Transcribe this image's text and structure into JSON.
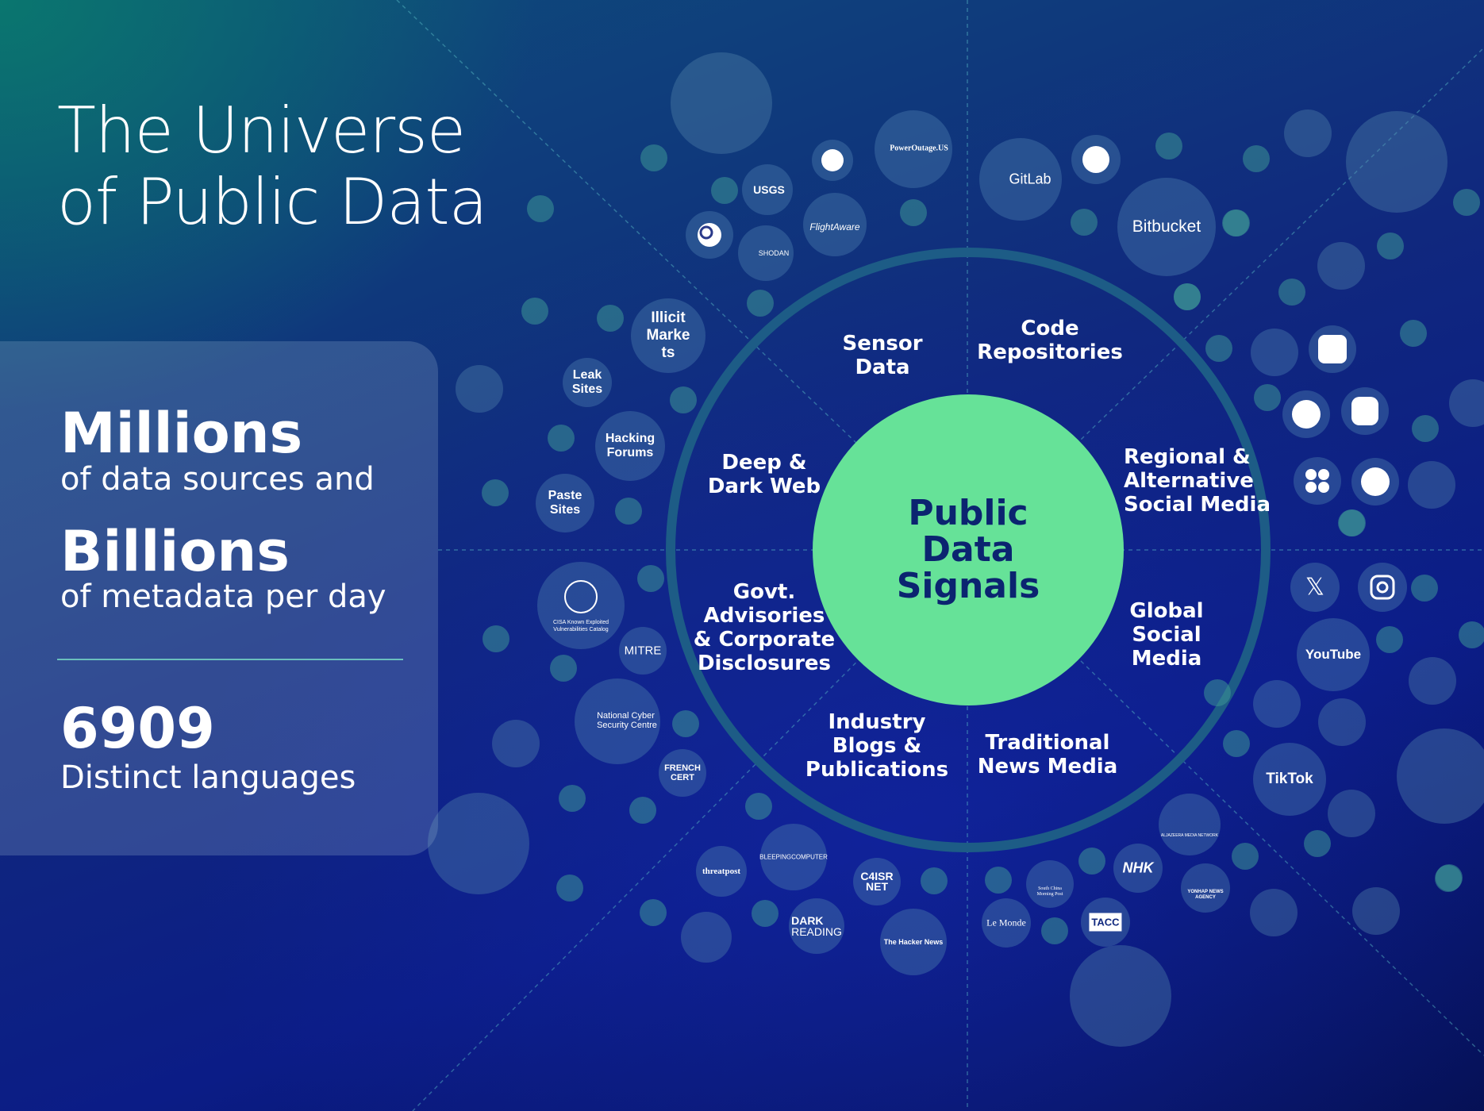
{
  "title": {
    "line1": "The Universe",
    "line2": "of Public Data"
  },
  "stats": {
    "millions": "Millions",
    "millions_sub": "of data sources and",
    "billions": "Billions",
    "billions_sub": "of metadata per day",
    "languages_count": "6909",
    "languages_sub": "Distinct languages"
  },
  "center": {
    "line1": "Public",
    "line2": "Data",
    "line3": "Signals"
  },
  "segments": {
    "sensor": [
      "Sensor",
      "Data"
    ],
    "code": [
      "Code",
      "Repositories"
    ],
    "regional": [
      "Regional &",
      "Alternative",
      "Social Media"
    ],
    "global": [
      "Global",
      "Social",
      "Media"
    ],
    "news": [
      "Traditional",
      "News Media"
    ],
    "blogs": [
      "Industry",
      "Blogs &",
      "Publications"
    ],
    "govt": [
      "Govt.",
      "Advisories",
      "& Corporate",
      "Disclosures"
    ],
    "deepweb": [
      "Deep &",
      "Dark Web"
    ]
  },
  "dark_web_nodes": {
    "illicit": [
      "Illicit",
      "Marke",
      "ts"
    ],
    "leak": [
      "Leak",
      "Sites"
    ],
    "hacking": [
      "Hacking",
      "Forums"
    ],
    "paste": [
      "Paste",
      "Sites"
    ]
  },
  "logos": {
    "powerage": "PowerOutage.US",
    "usgs": "USGS",
    "flightaware": "FlightAware",
    "shodan": "SHODAN",
    "gitlab": "GitLab",
    "bitbucket": "Bitbucket",
    "youtube": "YouTube",
    "tiktok": "TikTok",
    "cisa": [
      "CISA Known Exploited",
      "Vulnerabilities Catalog"
    ],
    "mitre": "MITRE",
    "ncsc": [
      "National Cyber",
      "Security Centre"
    ],
    "frenchcert": [
      "FRENCH",
      "CERT"
    ],
    "threatpost": "threatpost",
    "bleeping": "BLEEPINGCOMPUTER",
    "c4isr": [
      "C4ISR",
      "NET"
    ],
    "darkreading": [
      "DARK",
      "READING"
    ],
    "hackernews": "The Hacker News",
    "lemonde": "Le Monde",
    "scmp": [
      "South China",
      "Morning Post"
    ],
    "tass": "TACC",
    "nhk": "NHK",
    "aljazeera": "ALJAZEERA MEDIA NETWORK",
    "yonhap": [
      "YONHAP NEWS",
      "AGENCY"
    ]
  },
  "colors": {
    "center_green": "#66e298",
    "ring": "#1f5f8a",
    "bubble": "rgba(70,120,170,0.45)",
    "bubble_teal": "rgba(60,150,150,0.55)"
  }
}
